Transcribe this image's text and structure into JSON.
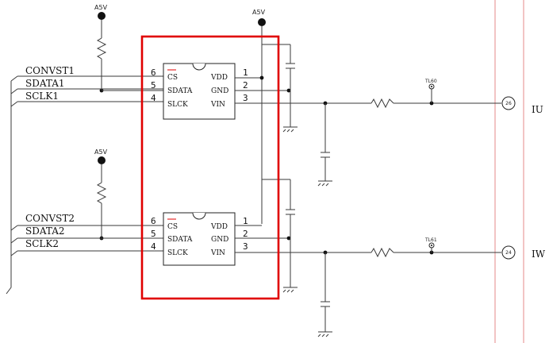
{
  "power": {
    "supply_label": "A5V",
    "test_points": [
      "TL60",
      "TL61"
    ]
  },
  "chips": [
    {
      "bus": [
        "CONVST1",
        "SDATA1",
        "SCLK1"
      ],
      "left_pins": [
        {
          "num": "6",
          "name": "CS"
        },
        {
          "num": "5",
          "name": "SDATA"
        },
        {
          "num": "4",
          "name": "SLCK"
        }
      ],
      "right_pins": [
        {
          "num": "1",
          "name": "VDD"
        },
        {
          "num": "2",
          "name": "GND"
        },
        {
          "num": "3",
          "name": "VIN"
        }
      ],
      "connector": "26",
      "signal": "IU"
    },
    {
      "bus": [
        "CONVST2",
        "SDATA2",
        "SCLK2"
      ],
      "left_pins": [
        {
          "num": "6",
          "name": "CS"
        },
        {
          "num": "5",
          "name": "SDATA"
        },
        {
          "num": "4",
          "name": "SLCK"
        }
      ],
      "right_pins": [
        {
          "num": "1",
          "name": "VDD"
        },
        {
          "num": "2",
          "name": "GND"
        },
        {
          "num": "3",
          "name": "VIN"
        }
      ],
      "connector": "24",
      "signal": "IW"
    }
  ],
  "colors": {
    "highlight": "#e00000",
    "rail": "#e58a8a"
  }
}
